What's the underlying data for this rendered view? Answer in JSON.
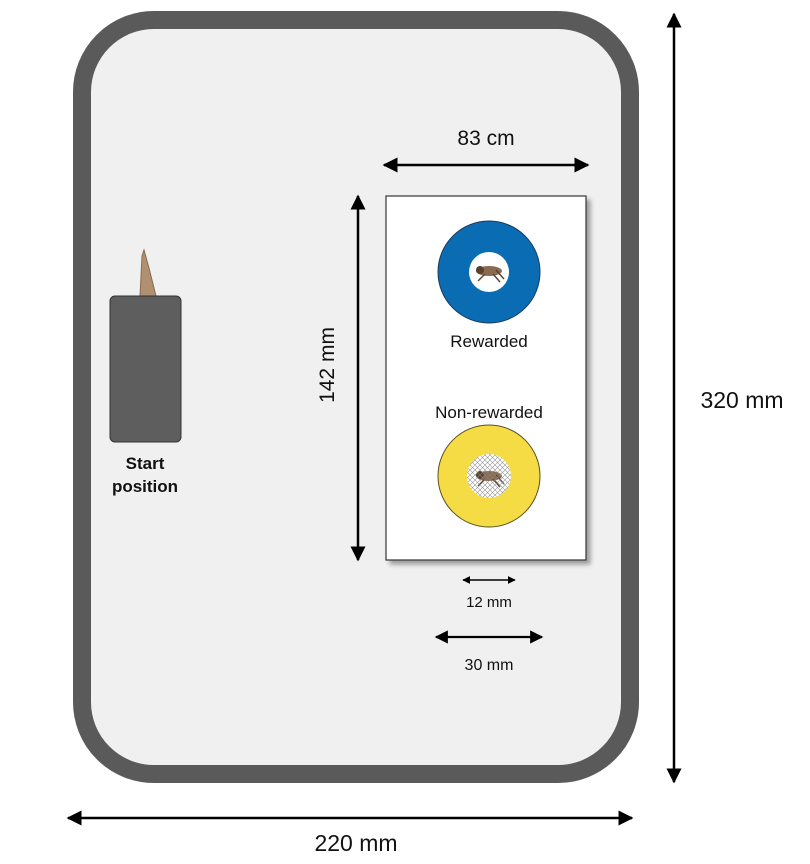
{
  "colors": {
    "arena_border": "#5a5a5a",
    "arena_floor": "#f0f0f0",
    "start_box": "#5e5e5e",
    "rewarded_ring": "#0a6db4",
    "nonrewarded_ring": "#f6dc44",
    "card": "#ffffff",
    "arrow": "#000000"
  },
  "labels": {
    "start_position_line1": "Start",
    "start_position_line2": "position",
    "rewarded": "Rewarded",
    "non_rewarded": "Non-rewarded",
    "card_width": "83 cm",
    "card_height": "142 mm",
    "inner_diameter": "12 mm",
    "outer_diameter": "30 mm",
    "arena_height": "320 mm",
    "arena_width": "220 mm"
  },
  "icons": {
    "insect": "cricket-icon",
    "mesh": "mesh-cover"
  }
}
